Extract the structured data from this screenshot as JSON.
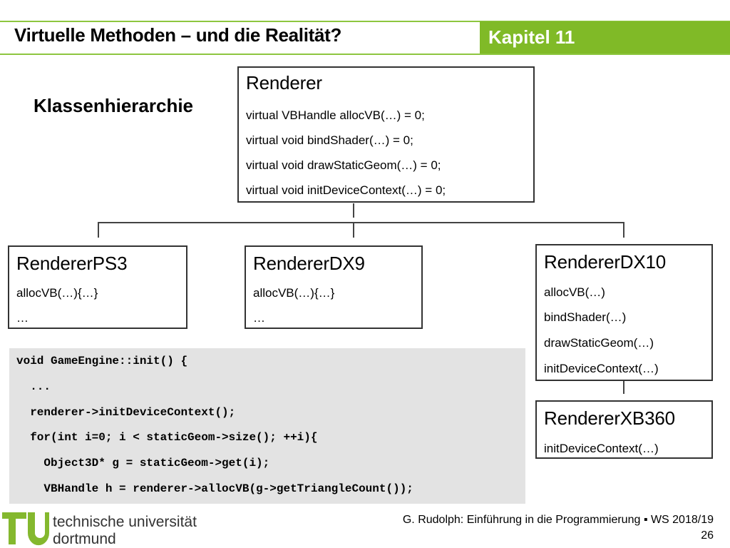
{
  "header": {
    "title": "Virtuelle Methoden – und die Realität?",
    "chapter": "Kapitel 11"
  },
  "section_title": "Klassenhierarchie",
  "classes": {
    "renderer": {
      "name": "Renderer",
      "methods": [
        "virtual VBHandle allocVB(…) = 0;",
        "virtual void bindShader(…) = 0;",
        "virtual void drawStaticGeom(…) = 0;",
        "virtual void initDeviceContext(…) = 0;"
      ]
    },
    "ps3": {
      "name": "RendererPS3",
      "methods": [
        "allocVB(…){…}",
        "…"
      ]
    },
    "dx9": {
      "name": "RendererDX9",
      "methods": [
        "allocVB(…){…}",
        "…"
      ]
    },
    "dx10": {
      "name": "RendererDX10",
      "methods": [
        "allocVB(…)",
        "bindShader(…)",
        "drawStaticGeom(…)",
        "initDeviceContext(…)"
      ]
    },
    "xb360": {
      "name": "RendererXB360",
      "methods": [
        "initDeviceContext(…)"
      ]
    }
  },
  "code_lines": [
    "void GameEngine::init() {",
    "  ...",
    "  renderer->initDeviceContext();",
    "  for(int i=0; i < staticGeom->size(); ++i){",
    "    Object3D* g = staticGeom->get(i);",
    "    VBHandle h = renderer->allocVB(g->getTriangleCount());"
  ],
  "footer": {
    "university_line1": "technische universität",
    "university_line2": "dortmund",
    "credit": "G. Rudolph: Einführung in die Programmierung ▪ WS 2018/19",
    "page": "26"
  },
  "colors": {
    "accent": "#80ba27",
    "line": "#8dc63f",
    "code_bg": "#e3e3e3"
  }
}
